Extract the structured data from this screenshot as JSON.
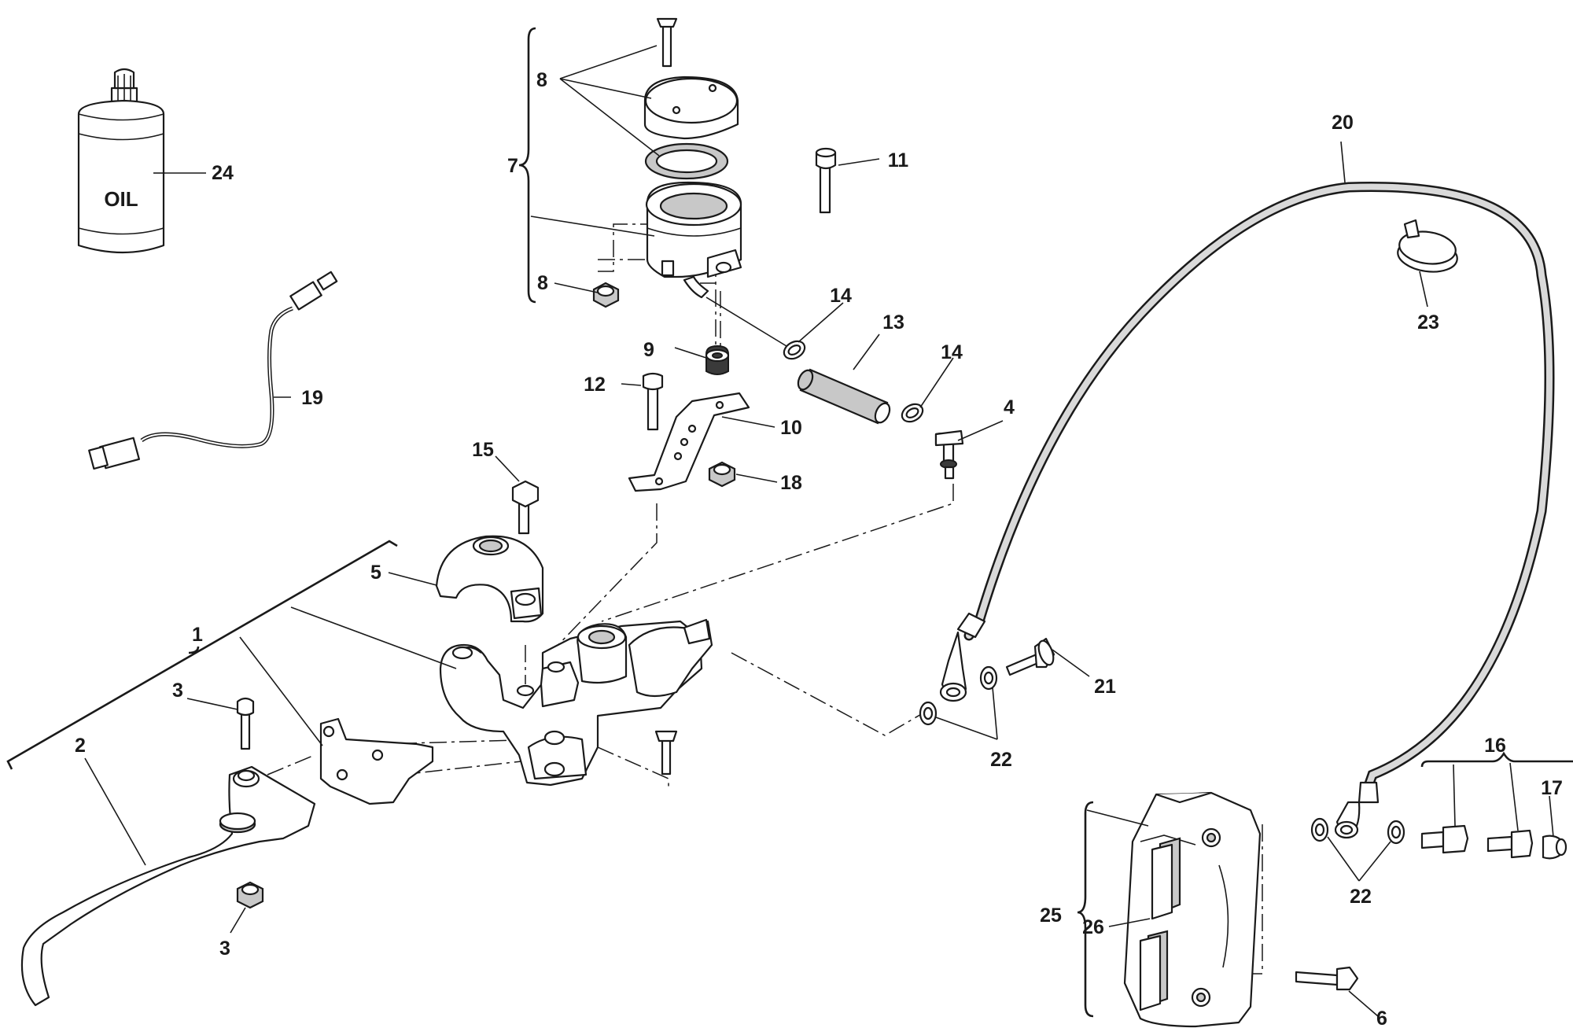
{
  "callouts": {
    "c1": "1",
    "c2": "2",
    "c3a": "3",
    "c3b": "3",
    "c4": "4",
    "c5": "5",
    "c6": "6",
    "c7": "7",
    "c8a": "8",
    "c8b": "8",
    "c9": "9",
    "c10": "10",
    "c11": "11",
    "c12": "12",
    "c13": "13",
    "c14a": "14",
    "c14b": "14",
    "c15": "15",
    "c16": "16",
    "c17": "17",
    "c18": "18",
    "c19": "19",
    "c20": "20",
    "c21": "21",
    "c22a": "22",
    "c22b": "22",
    "c23": "23",
    "c24": "24",
    "c25": "25",
    "c26": "26"
  },
  "oil_label": "OIL",
  "colors": {
    "line": "#1a1a1a",
    "shade": "#c8c8c8",
    "hose": "#d9d9d9"
  }
}
